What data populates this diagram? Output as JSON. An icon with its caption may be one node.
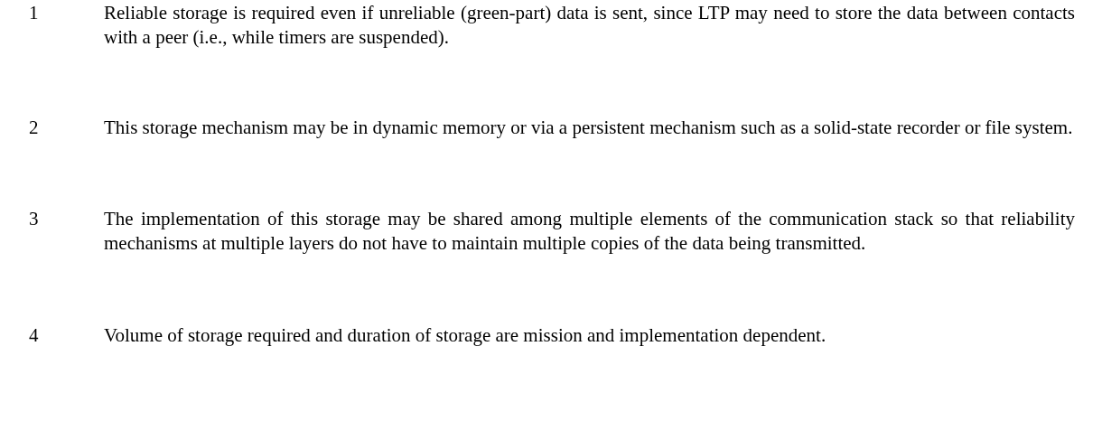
{
  "diagram": {
    "labels": [
      "1",
      "Reliable storage is required even if unreliable (green-part) data is sent, since LTP may need to store the data between contacts with a peer (i.e., while timers are suspended).",
      "2",
      "This storage mechanism may be in dynamic memory or via a persistent mechanism such as a solid-state recorder or file system.",
      "3",
      "The implementation of this storage may be shared among multiple elements of the communication stack so that reliability mechanisms at multiple layers do not have to maintain multiple copies of the data being transmitted.",
      "4",
      "Volume of storage required and duration of storage are mission and implementation dependent."
    ]
  }
}
